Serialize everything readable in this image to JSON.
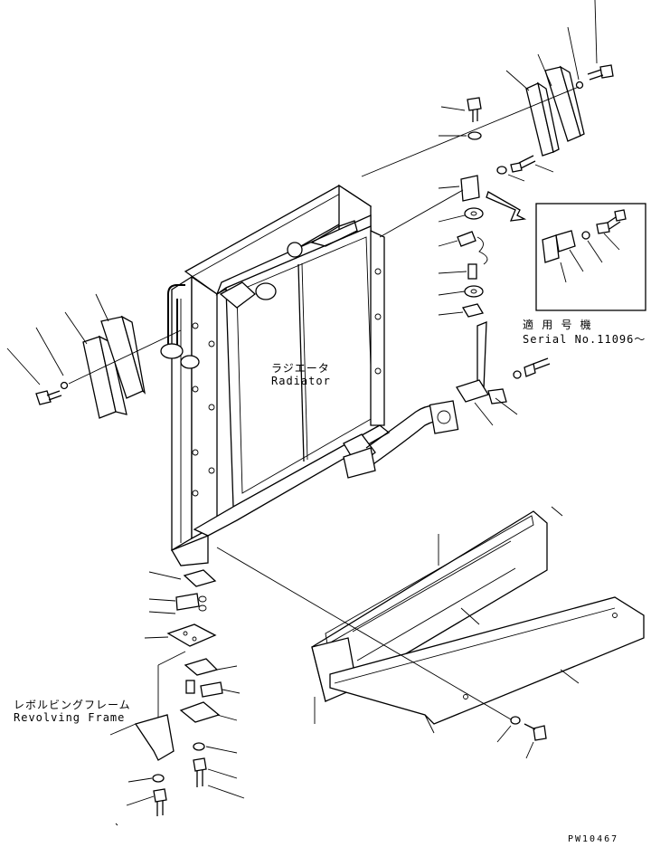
{
  "labels": {
    "radiator_jp": "ラジエータ",
    "radiator_en": "Radiator",
    "frame_jp": "レボルビングフレーム",
    "frame_en": "Revolving Frame",
    "serial_jp": "適 用 号 機",
    "serial_en": "Serial No.11096～",
    "drawing_code": "PW10467"
  }
}
